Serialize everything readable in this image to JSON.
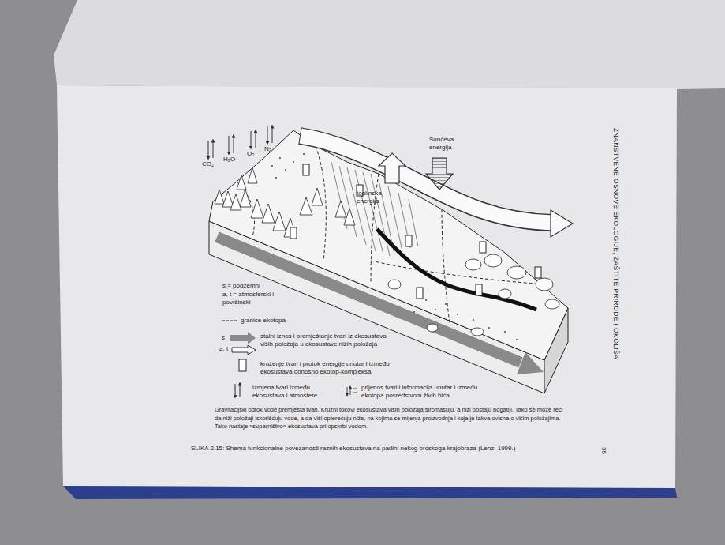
{
  "diagram": {
    "caption": "SLIKA 2.15: Shema funkcionalne povezanosti raznih ekosustava na padini nekog brdskoga krajobraza (Lenz, 1999.)",
    "labels": [
      "CO₂",
      "H₂O",
      "O₂",
      "N₂",
      "Sunčeva energija",
      "toplinska energija",
      "s = podzemni",
      "a, t = atmosferski i površinski",
      "s",
      "a, t",
      "Gravitacijski odtok vode premješta tvari. Kružni tokovi ekosustava viših položaja siromašuju, a niži postaju bogatiji. Tako se može reći da niži položaji iskorišćuju vode, a da viši opterećuju niže, na kojima se mijenja proizvodnja i koja je takva ovisna o višim položajima. Tako nastaje »suparništvo« ekosustava pri opskrbi vodom.",
      "ZNANSTVENE OSNOVE EKOLOGIJE, ZAŠTITE PRIRODE I OKOLIŠA",
      "35"
    ],
    "legend": [
      {
        "text": "granice ekotopa"
      },
      {
        "text": "stalni iznos i premještanje tvari iz ekosustava viših položaja u ekosustave nižih položaja"
      },
      {
        "text": "kruženje tvari i protok energije unutar i između ekosustava odnosno ekotop-kompleksa"
      },
      {
        "text": "izmjena tvari između ekosustava i atmosfere"
      },
      {
        "text": "prijenos tvari i informacija unutar i između ekotopa posredstvom živih bića"
      }
    ]
  }
}
